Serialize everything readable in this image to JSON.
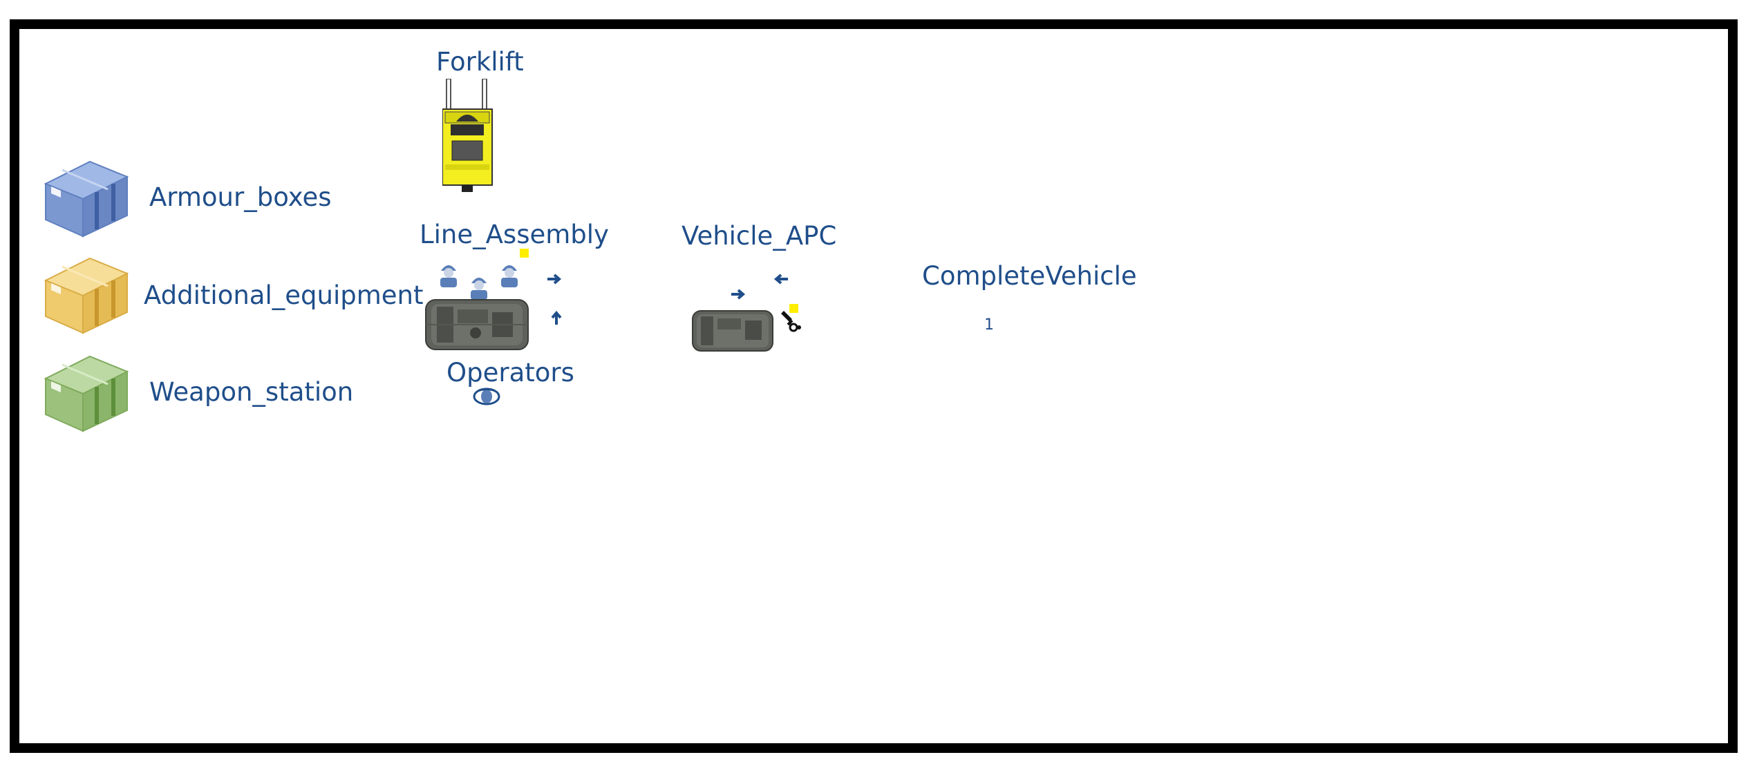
{
  "model": {
    "colors": {
      "label": "#1f4e8a",
      "frame": "#000000",
      "highlight": "#ffee00",
      "armour_box": "#7b98d1",
      "additional_box": "#efcb6e",
      "weapon_box": "#9cc17c",
      "forklift": "#f2ee1f",
      "vehicle": "#5f625c"
    },
    "labels": {
      "forklift": "Forklift",
      "armour_boxes": "Armour_boxes",
      "additional_equipment": "Additional_equipment",
      "weapon_station": "Weapon_station",
      "line_assembly": "Line_Assembly",
      "vehicle_apc": "Vehicle_APC",
      "complete_vehicle": "CompleteVehicle",
      "operators": "Operators"
    },
    "complete_vehicle_count": "1",
    "icons": {
      "armour_boxes": "crate-icon",
      "additional_equipment": "crate-icon",
      "weapon_station": "crate-icon",
      "forklift": "forklift-icon",
      "line_assembly": "apc-vehicle-icon",
      "workers": "worker-icon",
      "vehicle_apc": "apc-vehicle-icon",
      "service": "wrench-icon",
      "operators": "resource-pool-icon"
    }
  }
}
